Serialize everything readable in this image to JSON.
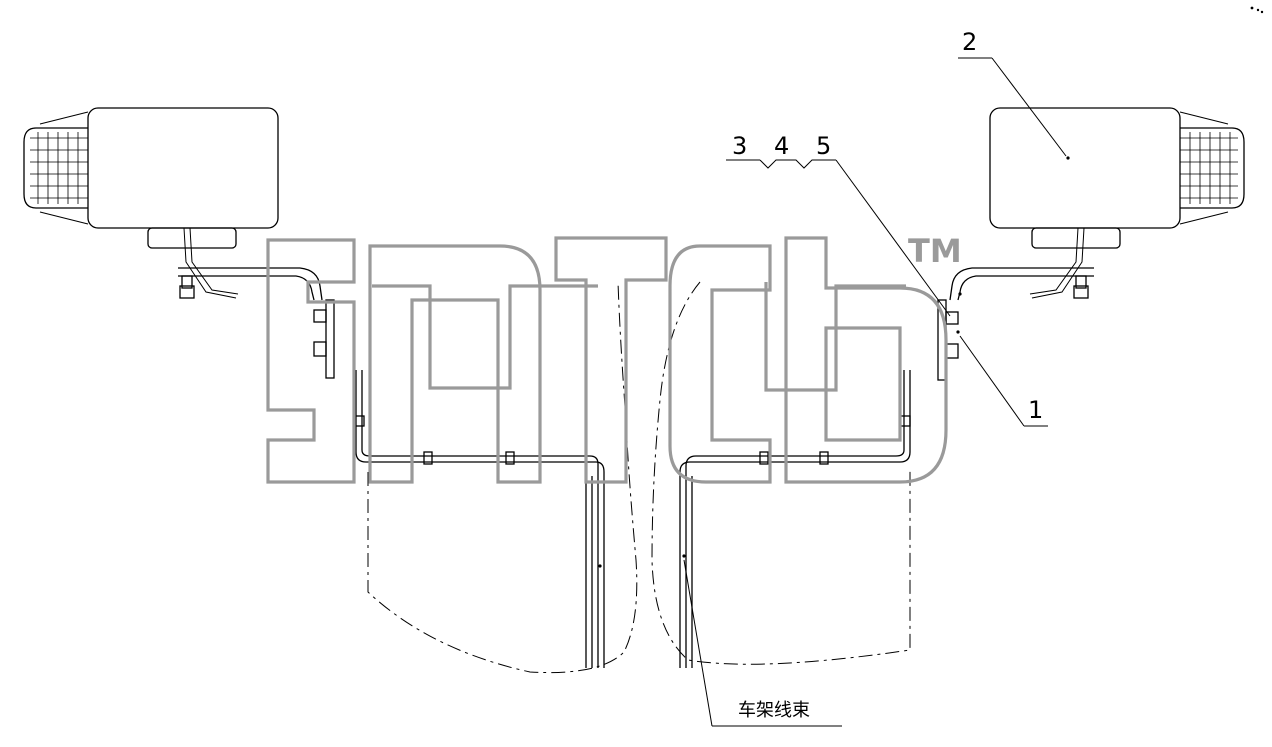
{
  "callouts": {
    "part_1": "1",
    "part_2": "2",
    "part_3": "3",
    "part_4": "4",
    "part_5": "5"
  },
  "labels": {
    "frame_harness": "车架线束"
  },
  "watermark": {
    "trademark": "TM"
  },
  "colors": {
    "line": "#000000",
    "watermark": "#9a9a9a",
    "background": "#ffffff"
  }
}
